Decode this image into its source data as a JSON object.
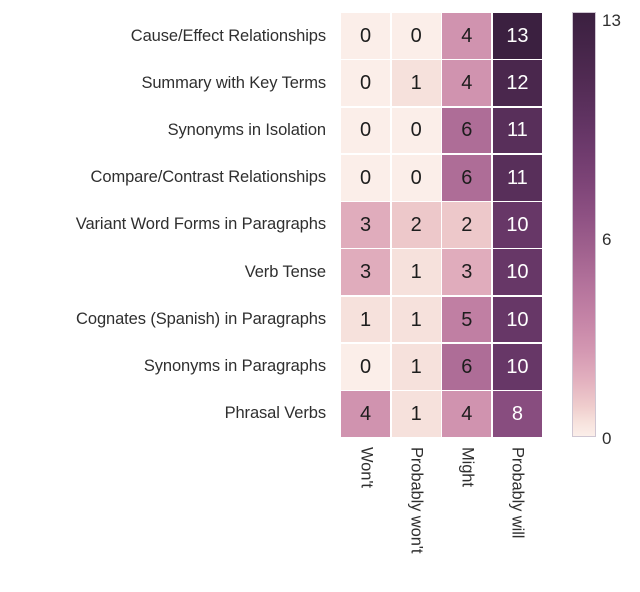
{
  "chart_data": {
    "type": "heatmap",
    "title": "",
    "xlabel": "",
    "ylabel": "",
    "categories_x": [
      "Won't",
      "Probably won't",
      "Might",
      "Probably will"
    ],
    "categories_y": [
      "Cause/Effect Relationships",
      "Summary with Key Terms",
      "Synonyms in Isolation",
      "Compare/Contrast Relationships",
      "Variant Word Forms in Paragraphs",
      "Verb Tense",
      "Cognates (Spanish) in Paragraphs",
      "Synonyms in Paragraphs",
      "Phrasal Verbs"
    ],
    "values": [
      [
        0,
        0,
        4,
        13
      ],
      [
        0,
        1,
        4,
        12
      ],
      [
        0,
        0,
        6,
        11
      ],
      [
        0,
        0,
        6,
        11
      ],
      [
        3,
        2,
        2,
        10
      ],
      [
        3,
        1,
        3,
        10
      ],
      [
        1,
        1,
        5,
        10
      ],
      [
        0,
        1,
        6,
        10
      ],
      [
        4,
        1,
        4,
        8
      ]
    ],
    "annotate": true,
    "vmin": 0,
    "vmax": 13,
    "colorbar": {
      "ticks": [
        13,
        6,
        0
      ],
      "tick_labels": [
        "13",
        "6",
        "0"
      ],
      "position": "right",
      "low_color": "#fbeee9",
      "mid_color": "#c07fa3",
      "high_color": "#3b2040"
    },
    "grid": false,
    "legend": "colorbar",
    "cell_gap_color": "#ffffff",
    "text_color_dark": "#1d1d1d",
    "text_color_light": "#ffffff",
    "light_text_threshold": 7.5
  }
}
